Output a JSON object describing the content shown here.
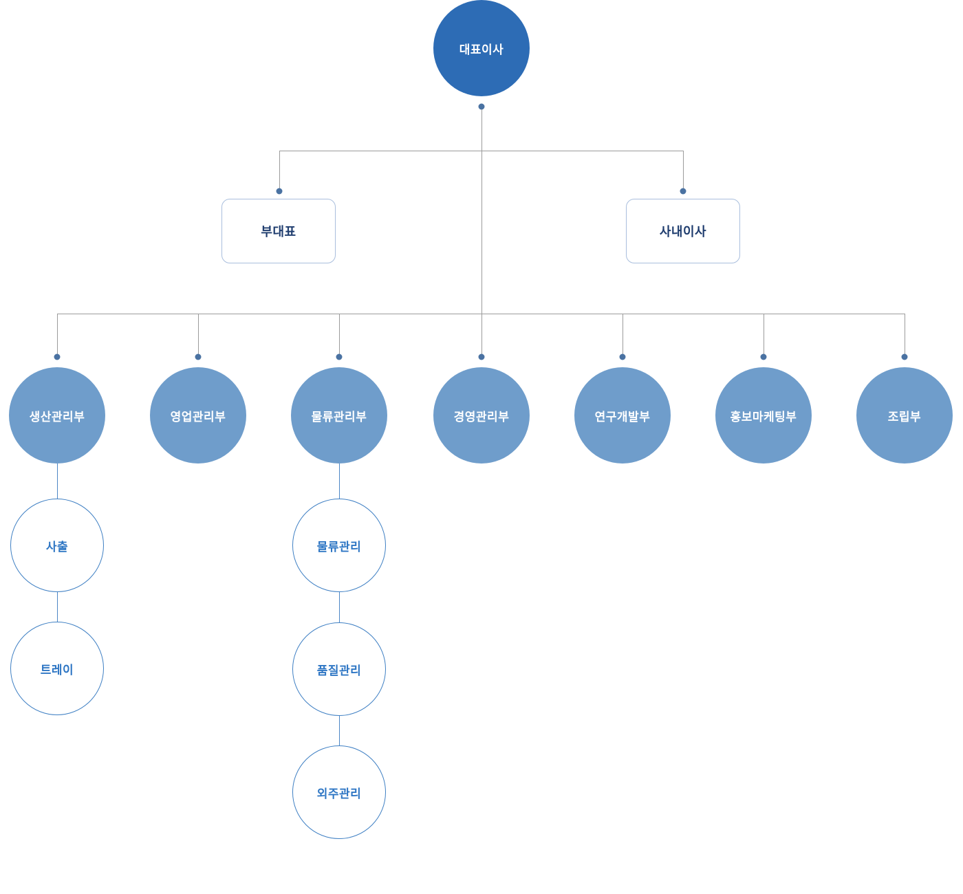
{
  "diagram": {
    "type": "org-chart",
    "colors": {
      "ceo-fill": "#2d6cb5",
      "dept-fill": "#6f9dcb",
      "sub-border": "#3e7fc3",
      "sub-text": "#2e76c4",
      "box-border": "#a9bedd",
      "box-text": "#1e3c6e",
      "line-gray": "#9b9b9b",
      "line-blue": "#4c86c6",
      "dot": "#4a72a2"
    },
    "root": {
      "label": "대표이사"
    },
    "executives": [
      {
        "label": "부대표"
      },
      {
        "label": "사내이사"
      }
    ],
    "departments": [
      {
        "label": "생산관리부",
        "children": [
          "사출",
          "트레이"
        ]
      },
      {
        "label": "영업관리부",
        "children": []
      },
      {
        "label": "물류관리부",
        "children": [
          "물류관리",
          "품질관리",
          "외주관리"
        ]
      },
      {
        "label": "경영관리부",
        "children": []
      },
      {
        "label": "연구개발부",
        "children": []
      },
      {
        "label": "홍보마케팅부",
        "children": []
      },
      {
        "label": "조립부",
        "children": []
      }
    ]
  }
}
